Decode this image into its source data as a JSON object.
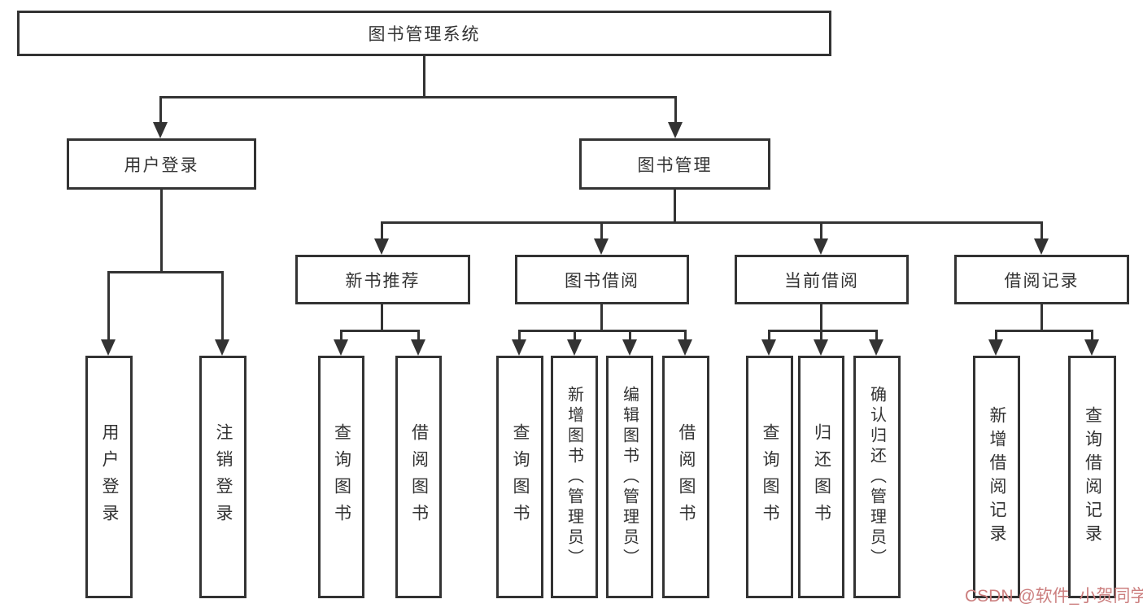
{
  "colors": {
    "line": "#333333",
    "text": "#333333",
    "background": "#ffffff",
    "watermark": "#cc7f7f"
  },
  "watermark": {
    "text": "CSDN @软件_小贺同学"
  },
  "nodes": {
    "root": {
      "label": "图书管理系统"
    },
    "level1": [
      {
        "label": "用户登录"
      },
      {
        "label": "图书管理"
      }
    ],
    "level2": [
      {
        "label": "新书推荐"
      },
      {
        "label": "图书借阅"
      },
      {
        "label": "当前借阅"
      },
      {
        "label": "借阅记录"
      }
    ],
    "leaves": [
      {
        "label": "用户登录"
      },
      {
        "label": "注销登录"
      },
      {
        "label": "查询图书"
      },
      {
        "label": "借阅图书"
      },
      {
        "label": "查询图书"
      },
      {
        "label": "新增图书（管理员）"
      },
      {
        "label": "编辑图书（管理员）"
      },
      {
        "label": "借阅图书"
      },
      {
        "label": "查询图书"
      },
      {
        "label": "归还图书"
      },
      {
        "label": "确认归还（管理员）"
      },
      {
        "label": "新增借阅记录"
      },
      {
        "label": "查询借阅记录"
      }
    ]
  }
}
